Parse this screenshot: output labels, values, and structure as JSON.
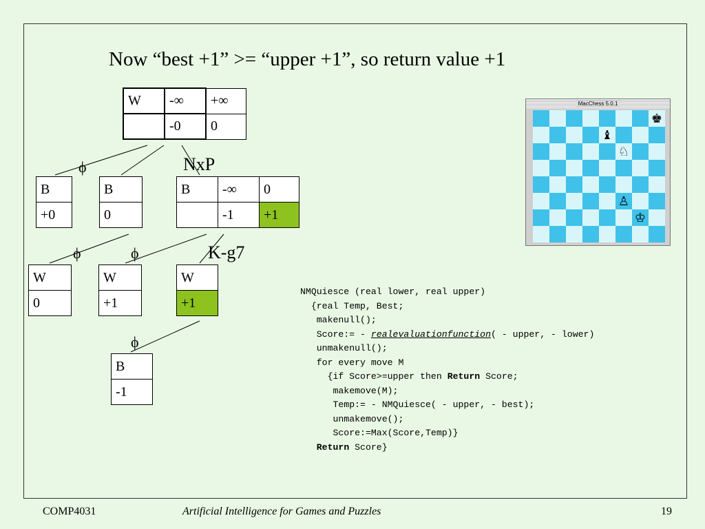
{
  "slide": {
    "title": "Now “best +1” >= “upper +1”, so return value +1",
    "footer_left": "COMP4031",
    "footer_center": "Artificial Intelligence for Games and Puzzles",
    "footer_right": "19"
  },
  "tree": {
    "root": {
      "r1": [
        "W",
        "-∞",
        "+∞"
      ],
      "r2": [
        "",
        "-0",
        "0"
      ]
    },
    "level1": [
      {
        "r1": "B",
        "r2": "+0"
      },
      {
        "r1": "B",
        "r2": "0"
      },
      {
        "r1": [
          "B",
          "-∞",
          "0"
        ],
        "r2": [
          "",
          "-1",
          "+1"
        ]
      }
    ],
    "level2": [
      {
        "r1": "W",
        "r2": "0"
      },
      {
        "r1": "W",
        "r2": "+1"
      },
      {
        "r1": "W",
        "r2": "+1"
      }
    ],
    "level3": {
      "r1": "B",
      "r2": "-1"
    },
    "labels": {
      "nxp": "NxP",
      "kg7": "K-g7",
      "phi": "ϕ"
    }
  },
  "code": {
    "l1": "NMQuiesce (real lower, real upper)",
    "l2": "  {real Temp, Best;",
    "l3": "   makenull();",
    "l4a": "   Score:= - ",
    "l4b": "realevaluationfunction",
    "l4c": "( - upper, - lower)",
    "l5": "   unmakenull();",
    "l6": "   for every move M",
    "l7a": "     {if Score>=upper then ",
    "l7b": "Return",
    "l7c": " Score;",
    "l8": "      makemove(M);",
    "l9": "      Temp:= - NMQuiesce( - upper, - best);",
    "l10": "      unmakemove();",
    "l11": "      Score:=Max(Score,Temp)}",
    "l12a": "   ",
    "l12b": "Return",
    "l12c": " Score}"
  },
  "chess": {
    "window_title": "MacChess 5.0.1",
    "pieces": {
      "h8": "♚",
      "e7": "♝",
      "f6": "♘",
      "f3": "♙",
      "g2": "♔"
    }
  }
}
